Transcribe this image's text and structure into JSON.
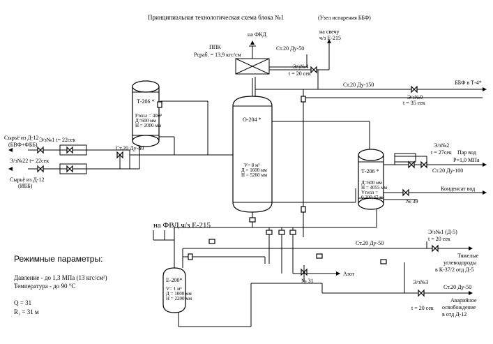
{
  "title": "Принципиальная технологическая схема блока №1",
  "subtitle": "(Узел испарения ББФ)",
  "labels": {
    "to_fkd": "на ФКД",
    "to_candle": "на свечу",
    "to_candle_2": "ч/з Е-215",
    "ppk": "ППК",
    "p_open": "Pсраб. = 13,9 кгс/см",
    "st20_du50_top": "Ст.20 Ду-50",
    "eshn4": "Э/з№4",
    "eshn4_t": "t = 20 сек",
    "st20_du150": "Ст.20 Ду-150",
    "bbf_to": "ББФ в Т-4*",
    "eshn9": "Э/з№9",
    "eshn9_t": "t = 35 сек",
    "feed1": "Сырьё из Д-12",
    "feed1_b": "(БВФ+ФББ)",
    "eshn1": "Э/з№1 t= 22сек",
    "eshn22": "Э/з№22 t= 22сек",
    "feed2": "Сырьё из Д-12",
    "feed2_b": "(ИББ)",
    "st20_du80": "Ст.20 Ду-80",
    "eshn2": "Э/з№2",
    "eshn2_t": "t = 27сек",
    "steam": "Пар вод",
    "steam_p": "Р=1,0 МПа",
    "st20_du100": "Ст.20  Ду-100",
    "condensate": "Конденсат вод",
    "n39": "№ 39",
    "eshn1b": "Э/з№1 (Д-5)",
    "eshn1b_t": "t = 20 сек",
    "to_fkd_e215": "на ФВД ч/з Е-215",
    "st20_du50_mid": "Ст.20  Ду-50",
    "heavy1": "Тяжелые",
    "heavy2": "углеводороды",
    "heavy3": "в К-37/2 отд Д-5",
    "nitrogen": "Азот",
    "n31": "№ 31",
    "st20_du50_bot": "Ст.20 Ду-50",
    "eshn3": "Э/з№3",
    "eshn3_t": "t = 20 сек",
    "emerg1": "Аварийное",
    "emerg2": "освобождение",
    "emerg3": "в отд Д-12"
  },
  "equipment": {
    "t206_top": "Т-206 *",
    "t206_top_params": [
      "Fтепл = 40м²",
      "Д=600 мм",
      "Н = 2000 мм"
    ],
    "o204": "О-204 *",
    "o204_params": [
      "V= 8 м³",
      "Д = 1600 мм",
      "Н = 5260 мм"
    ],
    "t206_right": "Т-206 *",
    "t206_right_params": [
      "Д=600 мм",
      "Н = 4055 мм",
      "Vтепл =",
      "0,200,47 м²"
    ],
    "e200": "Е-200*",
    "e200_params": [
      "V= 1 м³",
      "Д = 1000 мм",
      "Н = 2200 мм"
    ]
  },
  "params": {
    "heading": "Режимные параметры:",
    "pressure": "Давление - до 1,3 МПа (13 кгс/см²)",
    "temperature": "Температура - до 90   °С",
    "q": "Q = 31",
    "r": "R₁ = 31 м"
  }
}
